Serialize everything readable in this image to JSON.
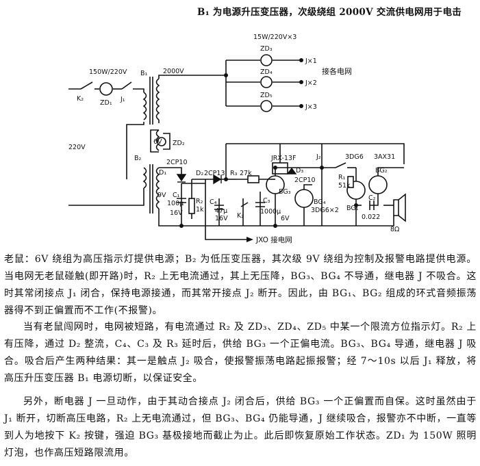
{
  "caption": "B₁ 为电源升压变压器，次级绕组 2000V 交流供电网用于电击",
  "labels": {
    "zd_rating": "15W/220V×3",
    "zd3": "ZD₃",
    "zd4": "ZD₄",
    "zd5": "ZD₅",
    "jx1": "J×1",
    "jx2": "J×2",
    "jx3": "J×3",
    "grid_connect": "接各电网",
    "lamp_rating": "150W/220V",
    "k2_top": "K₂",
    "zd1": "ZD₁",
    "j1": "J₁",
    "b1": "B₁",
    "v2000": "2000V",
    "v220": "220V",
    "v6": "6V",
    "zd2": "ZD₂",
    "b2": "B₂",
    "d1": "D₁",
    "d1_type": "2CP10",
    "v9": "9V",
    "c1": "C₁",
    "c1_val": "100μ",
    "c1_v": "16V",
    "d2": "D₂",
    "d2_type": "2CP13",
    "r2": "R₂",
    "r2_val": "1k",
    "c4": "C₄",
    "c4_val": "47μ",
    "c4_v": "16V",
    "r3": "R₃",
    "r3_val": "27k",
    "k2": "K₂",
    "c3": "C₃",
    "c3_val": "1000μ",
    "c3_v": "6V",
    "bg3": "BG₃",
    "bg4": "BG₄",
    "bg34_type": "3DG6×2",
    "relay": "JRX-13F",
    "j2": "J₂",
    "d3": "D₃",
    "d3_type": "2CP10",
    "t_3dg6": "3DG6",
    "t_3ax31": "3AX31",
    "r1": "R₁",
    "r1_val": "51k",
    "bg1": "BG₁",
    "bg2": "BG₂",
    "c2": "C₂",
    "c2_val": "0.022",
    "spk": "8Ω",
    "jxo": "JXO 接电网"
  },
  "paragraphs": {
    "p1": "老鼠：6V 绕组为高压指示灯提供电源；B₂ 为低压变压器，其次级 9V 绕组为控制及报警电路提供电源。当电网无老鼠碰触(即开路)时，R₂ 上无电流通过，其上无压降，BG₃、BG₄ 不导通，继电器 J 不吸合。这时其常闭接点 J₁ 闭合，保持电源接通，而其常开接点 J₂ 断开。因此，由 BG₁、BG₂ 组成的环式音频振荡器得不到正偏置而不工作(不报警)。",
    "p2": "当有老鼠闯网时，电网被短路，有电流通过 R₂ 及 ZD₃、ZD₄、ZD₅ 中某一个限流方位指示灯。R₂ 上有压降，通过 D₂ 整流，C₄、C₃ 及 R₃ 延时后，供给 BG₃ 一个正偏电流。BG₃、BG₄ 导通，继电器 J 吸合。吸合后产生两种结果：其一是触点 J₂ 吸合，使报警振荡电路起振报警；经 7～10s 以后 J₁ 释放，将高压升压变压器 B₁ 电源切断，以保证安全。",
    "p3": "另外，断电器 J 一旦动作，由于其动合接点 J₂ 闭合后，供给 BG₃ 一个正偏置而自保。这时虽然由于 J₁ 断开，切断高压电路，R₂ 上无电流通过，但 BG₃、BG₄ 仍能导通，J 继续吸合，报警亦不中断，一直等到人为地按下 K₂ 按键，强迫 BG₃ 基极接地而截止为止。此后即恢复原始工作状态。ZD₁ 为 150W 照明灯泡，也作高压短路限流用。"
  }
}
